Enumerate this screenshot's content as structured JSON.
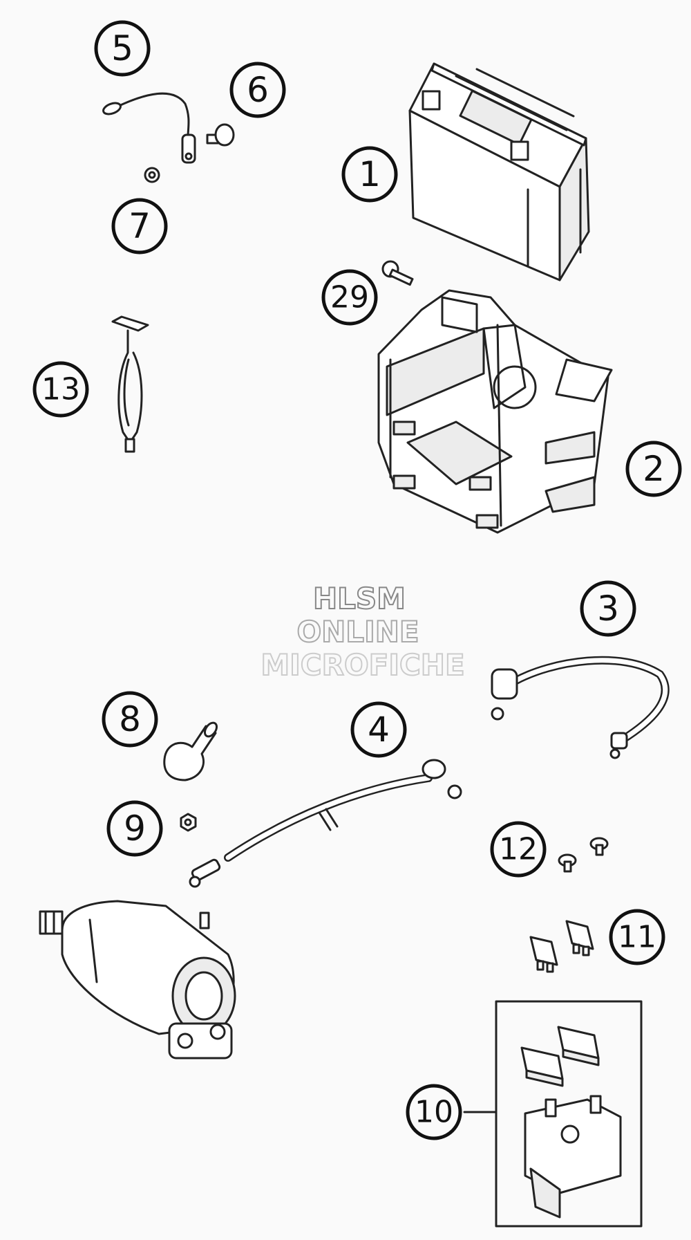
{
  "callouts": [
    {
      "id": "1",
      "label": "1"
    },
    {
      "id": "2",
      "label": "2"
    },
    {
      "id": "3",
      "label": "3"
    },
    {
      "id": "4",
      "label": "4"
    },
    {
      "id": "5",
      "label": "5"
    },
    {
      "id": "6",
      "label": "6"
    },
    {
      "id": "7",
      "label": "7"
    },
    {
      "id": "8",
      "label": "8"
    },
    {
      "id": "9",
      "label": "9"
    },
    {
      "id": "10",
      "label": "10"
    },
    {
      "id": "11",
      "label": "11"
    },
    {
      "id": "12",
      "label": "12"
    },
    {
      "id": "13",
      "label": "13"
    },
    {
      "id": "29",
      "label": "29"
    }
  ],
  "watermark": {
    "line1": "HLSM",
    "line2": "ONLINE",
    "line3": "MICROFICHE",
    "colors": [
      "#888888",
      "#aaaaaa",
      "#cccccc"
    ]
  },
  "icons": [
    "battery-icon",
    "battery-box-icon",
    "cable-icon",
    "ground-wire-icon",
    "screw-icon",
    "washer-icon",
    "terminal-cap-icon",
    "nut-icon",
    "starter-motor-icon",
    "fuse-icon",
    "starter-relay-icon",
    "connector-icon"
  ]
}
